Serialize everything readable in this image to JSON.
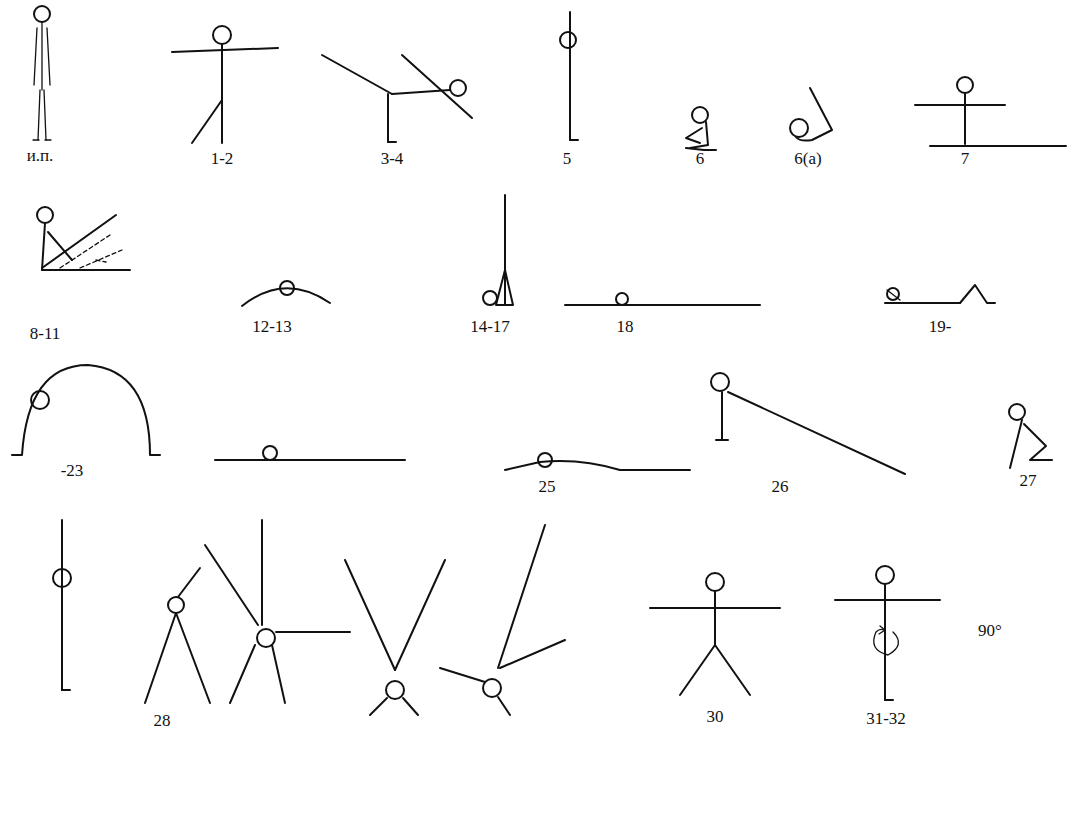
{
  "diagram": {
    "labels": [
      "и.п.",
      "1-2",
      "3-4",
      "5",
      "6",
      "6(a)",
      "7",
      "8-11",
      "12-13",
      "14-17",
      "18",
      "19-",
      "-23",
      "25",
      "26",
      "27",
      "28",
      "30",
      "31-32",
      "90°"
    ]
  }
}
